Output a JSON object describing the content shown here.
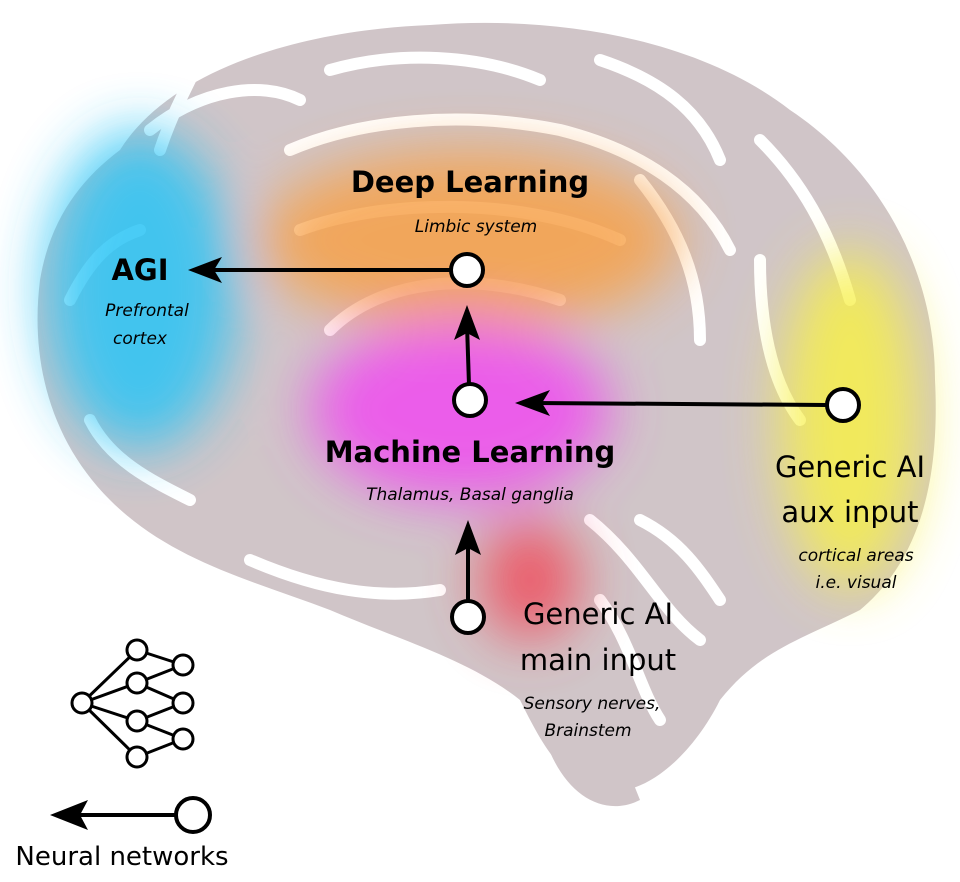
{
  "labels": {
    "agi": {
      "title": "AGI",
      "subtitle_line1": "Prefrontal",
      "subtitle_line2": "cortex"
    },
    "deep_learning": {
      "title": "Deep Learning",
      "subtitle": "Limbic system"
    },
    "machine_learning": {
      "title": "Machine Learning",
      "subtitle": "Thalamus, Basal ganglia"
    },
    "aux_input": {
      "title_line1": "Generic AI",
      "title_line2": "aux input",
      "subtitle_line1": "cortical areas",
      "subtitle_line2": "i.e. visual"
    },
    "main_input": {
      "title_line1": "Generic AI",
      "title_line2": "main input",
      "subtitle_line1": "Sensory nerves,",
      "subtitle_line2": "Brainstem"
    }
  },
  "legend": {
    "label": "Neural networks"
  },
  "colors": {
    "agi": "#29c4f5",
    "deep_learning": "#f7a14a",
    "machine_learning": "#f04cf0",
    "aux_input": "#f7f04a",
    "main_input": "#f04a5a",
    "brain": "#d0c5c8"
  }
}
